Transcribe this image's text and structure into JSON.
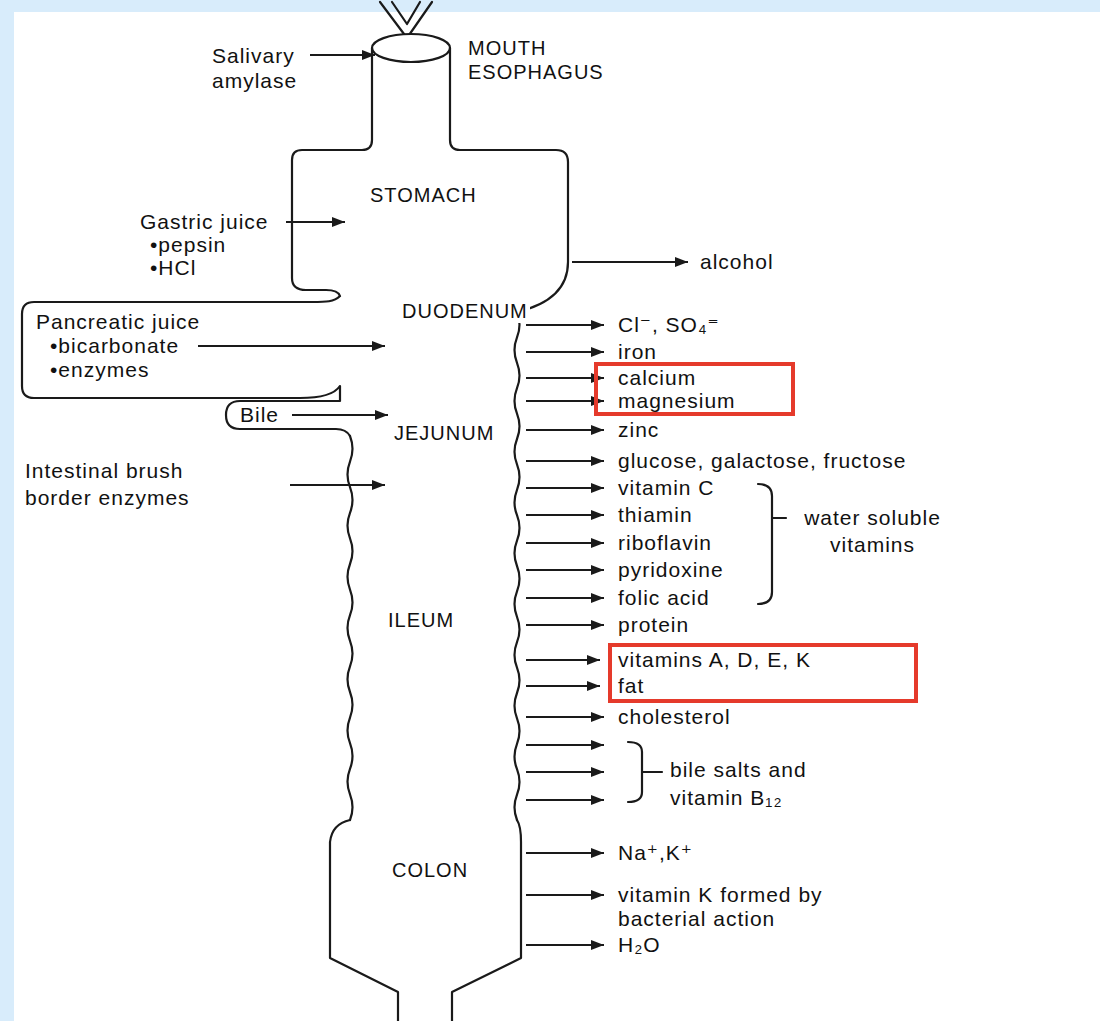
{
  "diagram": {
    "nodes": [
      {
        "text": [
          "Pancreatic juice",
          "•bicarbonate",
          "•enzymes"
        ]
      },
      {
        "text": [
          "Bile"
        ]
      },
      {
        "text": [
          "calcium",
          "magnesium"
        ]
      },
      {
        "text": [
          "vitamins A, D, E, K",
          "fat"
        ]
      }
    ],
    "labels": [
      "Salivary amylase",
      "MOUTH ESOPHAGUS",
      "STOMACH",
      "Gastric juice",
      "•pepsin",
      "•HCl",
      "alcohol",
      "DUODENUM",
      "JEJUNUM",
      "Intestinal brush border enzymes",
      "Cl⁻, SO₄⁼",
      "iron",
      "zinc",
      "glucose, galactose, fructose",
      "vitamin C",
      "thiamin",
      "riboflavin",
      "pyridoxine",
      "folic acid",
      "water soluble vitamins",
      "protein",
      "ILEUM",
      "cholesterol",
      "bile salts and vitamin B₁₂",
      "COLON",
      "Na⁺,K⁺",
      "vitamin K formed by bacterial action",
      "H₂O"
    ]
  }
}
